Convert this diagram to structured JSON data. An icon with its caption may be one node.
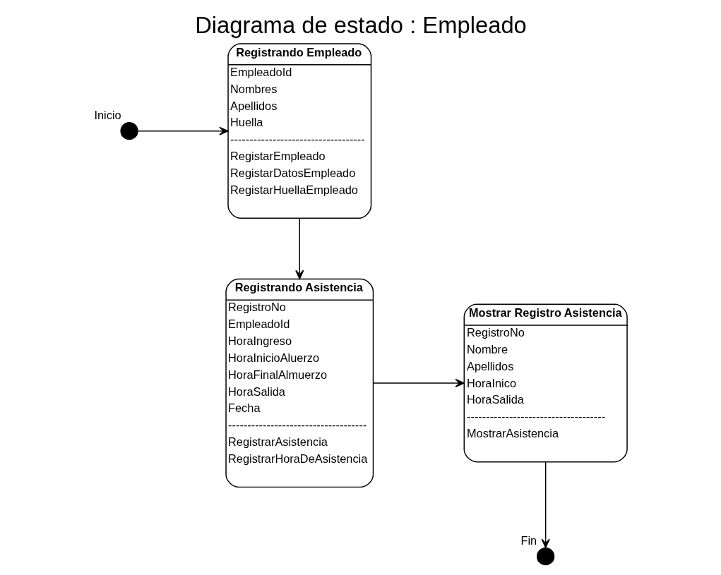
{
  "diagram": {
    "title": "Diagrama de estado : Empleado",
    "nodes": [
      {
        "text": [],
        "shape": "circle",
        "beside": [
          "Inicio"
        ]
      },
      {
        "text": [
          "Registrando Empleado",
          "EmpleadoId",
          "Nombres",
          "Apellidos",
          "Huella",
          "-----------------------------------",
          "RegistarEmpleado",
          "RegistarDatosEmpleado",
          "RegistarHuellaEmpleado"
        ]
      },
      {
        "text": [
          "Registrando Asistencia",
          "RegistroNo",
          "EmpleadoId",
          "HoraIngreso",
          "HoraInicioAluerzo",
          "HoraFinalAlmuerzo",
          "HoraSalida",
          "Fecha",
          "------------------------------------",
          "RegistrarAsistencia",
          "RegistrarHoraDeAsistencia"
        ]
      },
      {
        "text": [
          "Mostrar Registro Asistencia",
          "RegistroNo",
          "Nombre",
          "Apellidos",
          "HoraInico",
          "HoraSalida",
          "------------------------------------",
          "MostrarAsistencia"
        ]
      },
      {
        "text": [],
        "shape": "circle",
        "beside": [
          "Fin"
        ]
      }
    ],
    "edges": [
      {
        "from": 0,
        "to": 1,
        "arrow": "to"
      },
      {
        "from": 1,
        "to": 2,
        "arrow": "to"
      },
      {
        "from": 2,
        "to": 3,
        "arrow": "to"
      },
      {
        "from": 3,
        "to": 4,
        "arrow": "to"
      }
    ]
  }
}
